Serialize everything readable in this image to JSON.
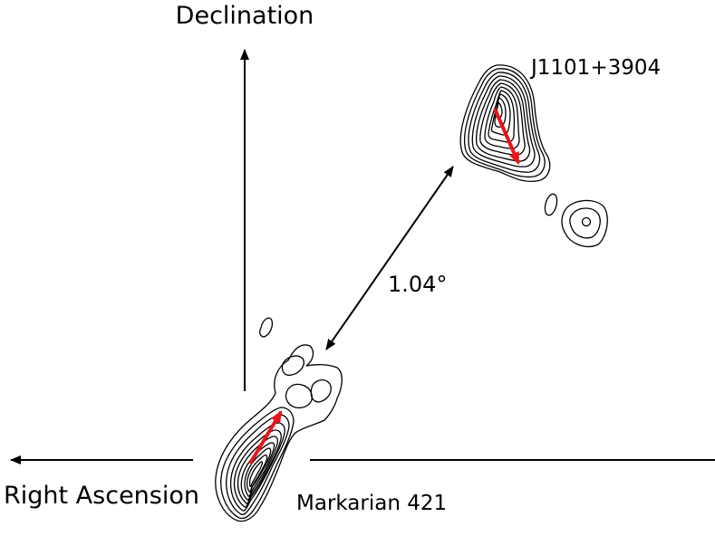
{
  "axes": {
    "vertical_label": "Declination",
    "horizontal_label": "Right Ascension"
  },
  "sources": {
    "upper": {
      "name": "J1101+3904"
    },
    "lower": {
      "name": "Markarian 421"
    }
  },
  "separation": {
    "label": "1.04°"
  },
  "colors": {
    "contour": "#000000",
    "arrow_accent": "#e8141b",
    "background": "#ffffff"
  }
}
